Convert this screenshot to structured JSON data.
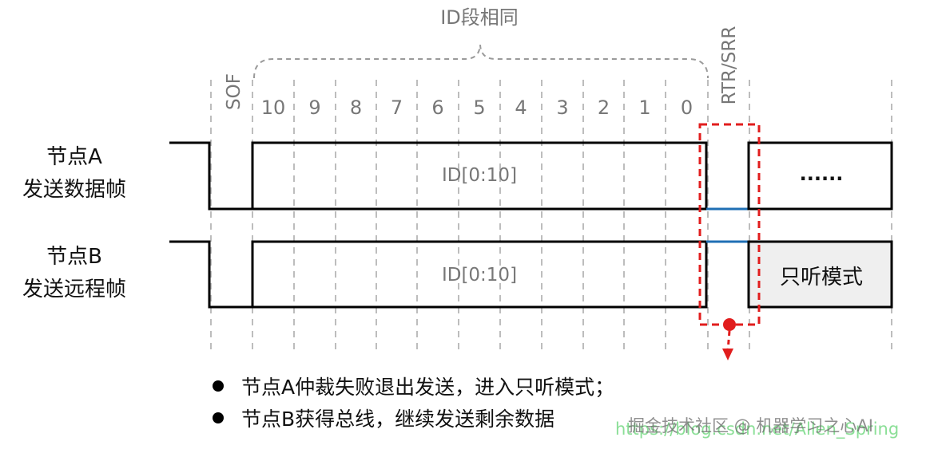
{
  "header": {
    "same_id_label": "ID段相同",
    "sof_label": "SOF",
    "rtr_label": "RTR/SRR",
    "bit_labels": [
      "10",
      "9",
      "8",
      "7",
      "6",
      "5",
      "4",
      "3",
      "2",
      "1",
      "0"
    ]
  },
  "node_a": {
    "line1": "节点A",
    "line2": "发送数据帧",
    "field_label": "ID[0:10]",
    "tail_label": "......"
  },
  "node_b": {
    "line1": "节点B",
    "line2": "发送远程帧",
    "field_label": "ID[0:10]",
    "tail_label": "只听模式"
  },
  "notes": [
    "节点A仲裁失败退出发送，进入只听模式；",
    "节点B获得总线，继续发送剩余数据"
  ],
  "watermark": {
    "url": "https://blog.csdn.net/Allen_Spring",
    "site": "掘金技术社区 @ 机器学习之心AI"
  },
  "colors": {
    "signal": "#000000",
    "dashed_grid": "#bdbdbd",
    "label_gray": "#777777",
    "highlight_red": "#e11d1d",
    "recessive_blue": "#1f6fb4",
    "listen_fill": "#efefef"
  }
}
